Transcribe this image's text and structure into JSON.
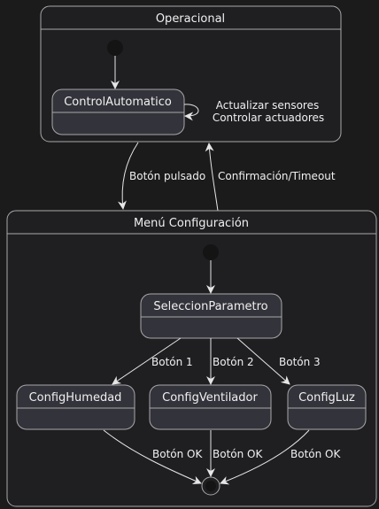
{
  "diagram": {
    "type": "state-diagram",
    "colors": {
      "background": "#1b1b1b",
      "state_fill": "#33333b",
      "state_border": "#a8a8a8",
      "text": "#f0f0f0",
      "arrow": "#e6e6e6",
      "initial_dot": "#141414"
    },
    "composites": {
      "operacional": {
        "title": "Operacional"
      },
      "configuracion": {
        "title": "Menú Configuración"
      }
    },
    "states": {
      "control_automatico": {
        "name": "ControlAutomatico"
      },
      "seleccion_parametro": {
        "name": "SeleccionParametro"
      },
      "config_humedad": {
        "name": "ConfigHumedad"
      },
      "config_ventilador": {
        "name": "ConfigVentilador"
      },
      "config_luz": {
        "name": "ConfigLuz"
      }
    },
    "transitions": {
      "self_loop_line1": "Actualizar sensores",
      "self_loop_line2": "Controlar actuadores",
      "to_config": "Botón pulsado",
      "to_operacional": "Confirmación/Timeout",
      "boton_1": "Botón 1",
      "boton_2": "Botón 2",
      "boton_3": "Botón 3",
      "ok_humedad": "Botón OK",
      "ok_ventilador": "Botón OK",
      "ok_luz": "Botón OK"
    }
  }
}
